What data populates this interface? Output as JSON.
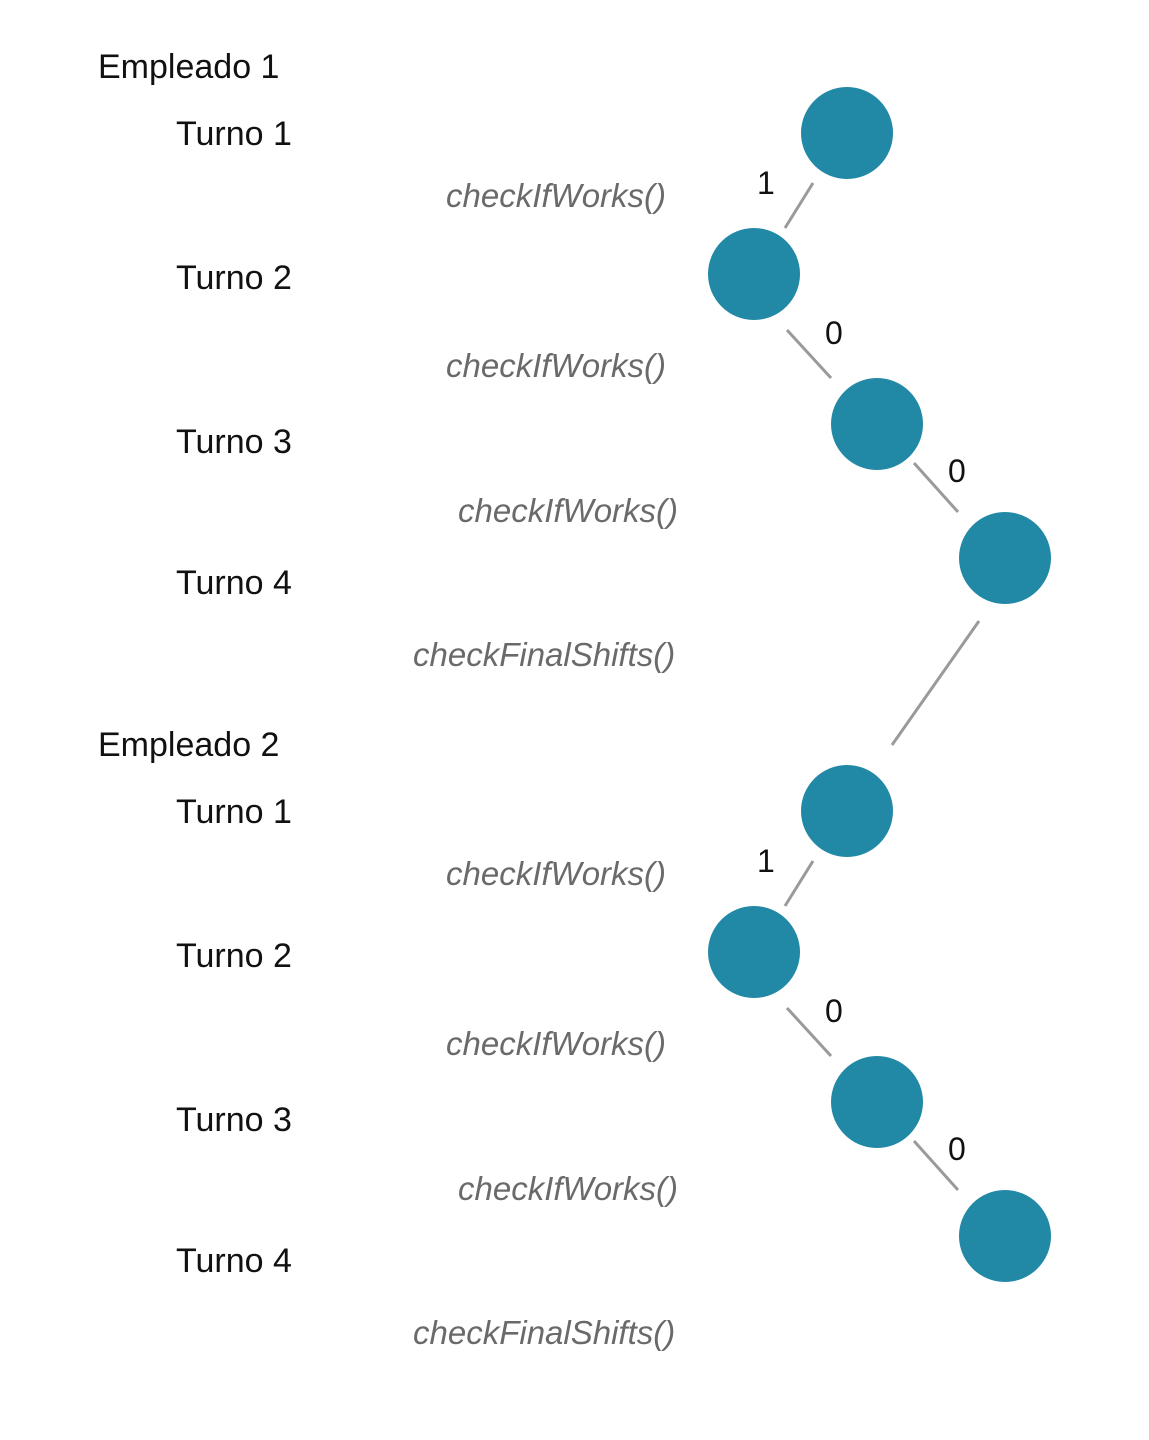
{
  "colors": {
    "node_fill": "#2188a6",
    "edge_stroke": "#9a9a9a",
    "text": "#111111",
    "function_text": "#6a6a6a"
  },
  "diagram": {
    "employees": [
      {
        "label": "Empleado 1",
        "turns": [
          "Turno 1",
          "Turno 2",
          "Turno 3",
          "Turno 4"
        ],
        "functions": [
          "checkIfWorks()",
          "checkIfWorks()",
          "checkIfWorks()",
          "checkFinalShifts()"
        ],
        "edge_values": [
          "1",
          "0",
          "0"
        ]
      },
      {
        "label": "Empleado 2",
        "turns": [
          "Turno 1",
          "Turno 2",
          "Turno 3",
          "Turno 4"
        ],
        "functions": [
          "checkIfWorks()",
          "checkIfWorks()",
          "checkIfWorks()",
          "checkFinalShifts()"
        ],
        "edge_values": [
          "1",
          "0",
          "0"
        ]
      }
    ]
  }
}
